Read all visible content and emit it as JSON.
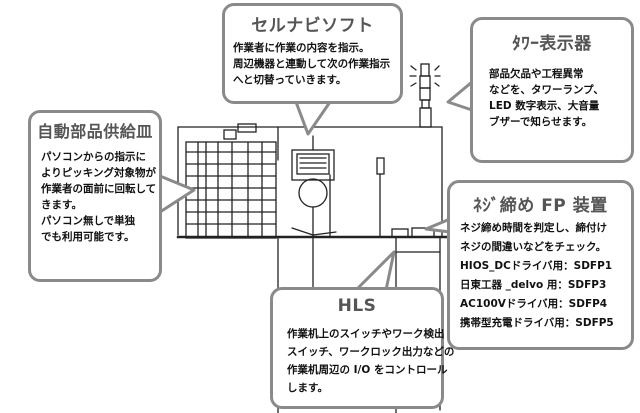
{
  "cell_software": {
    "title": "セルナビソフト",
    "lines": [
      "作業者に作業の内容を指示。",
      "周辺機器と連動して次の作業指示",
      "へと切替っていきます。"
    ]
  },
  "tower_display": {
    "title": "ﾀﾜｰ表示器",
    "lines": [
      "部品欠品や工程異常",
      "などを、タワーランプ、",
      "LED 数字表示、大音量",
      "ブザーで知らせます。"
    ]
  },
  "auto_feeder": {
    "title": "自動部品供給皿",
    "lines": [
      "パソコンからの指示に",
      "よりピッキング対象物が",
      "作業者の面前に回転して",
      "きます。",
      "パソコン無しで単独",
      "でも利用可能です。"
    ]
  },
  "screw_fp": {
    "title": "ﾈｼﾞ締め FP 装置",
    "lines": [
      "ネジ締め時間を判定し、締付け",
      "ネジの間違いなどをチェック。",
      "HIOS_DCドライバ用：SDFP1",
      "日東工器 _delvo 用：SDFP3",
      "AC100Vドライバ用：SDFP4",
      "携帯型充電ドライバ用：SDFP5"
    ]
  },
  "hls": {
    "title": "HLS",
    "lines": [
      "作業机上のスイッチやワーク検出",
      "スイッチ、ワークロック出力などの",
      "作業机周辺の I/O をコントロール",
      "します。"
    ]
  },
  "colors": {
    "border": "#8a8a8a",
    "title": "#555555",
    "line": "#222222"
  }
}
